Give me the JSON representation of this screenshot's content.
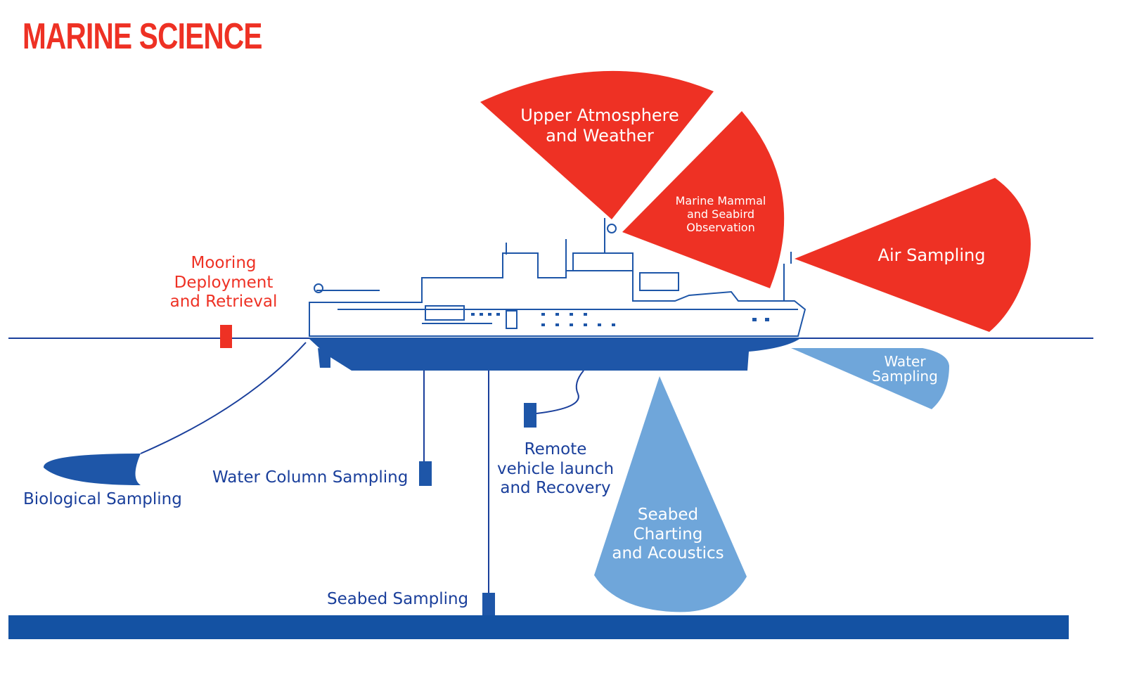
{
  "title": "MARINE SCIENCE",
  "colors": {
    "red": "#ee3124",
    "navy": "#1a3f9b",
    "deep_blue": "#1e56a8",
    "light_blue": "#6fa6da"
  },
  "labels": {
    "upper_atmosphere": [
      "Upper Atmosphere",
      "and Weather"
    ],
    "marine_mammal": [
      "Marine Mammal",
      "and Seabird",
      "Observation"
    ],
    "air_sampling": "Air Sampling",
    "mooring": [
      "Mooring",
      "Deployment",
      "and Retrieval"
    ],
    "water_sampling": [
      "Water",
      "Sampling"
    ],
    "seabed_charting": [
      "Seabed",
      "Charting",
      "and Acoustics"
    ],
    "remote_vehicle": [
      "Remote",
      "vehicle launch",
      "and Recovery"
    ],
    "water_column": "Water Column Sampling",
    "biological": "Biological Sampling",
    "seabed_sampling": "Seabed Sampling"
  }
}
